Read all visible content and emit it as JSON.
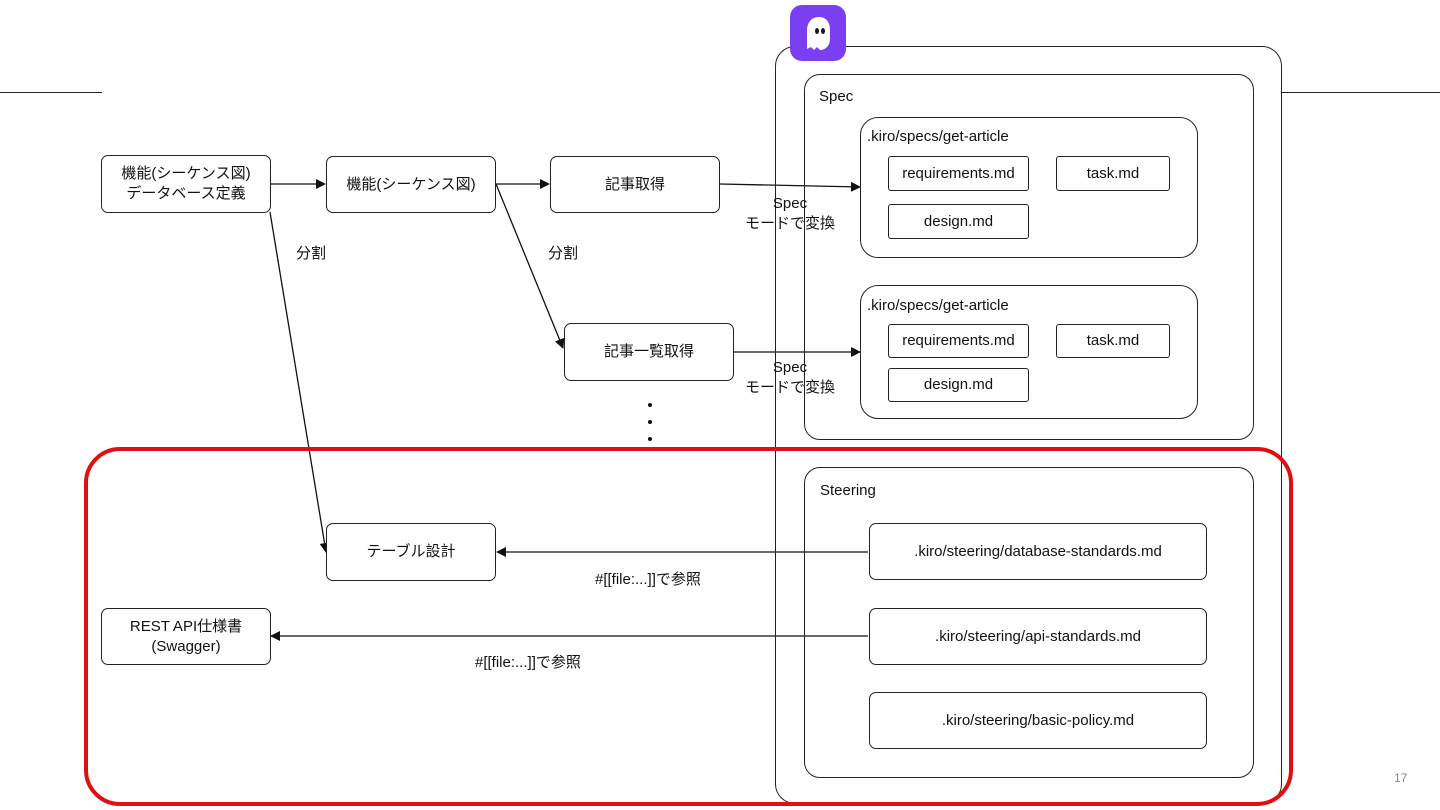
{
  "app": {
    "logo_icon": "ghost-icon",
    "brand_color": "#7b3ff2"
  },
  "page": {
    "number": "17"
  },
  "left": {
    "source_box": "機能(シーケンス図)\nデータベース定義",
    "sequence_box": "機能(シーケンス図)",
    "article_get": "記事取得",
    "article_list_get": "記事一覧取得",
    "table_design": "テーブル設計",
    "rest_api": "REST API仕様書\n(Swagger)",
    "split_label_1": "分割",
    "split_label_2": "分割",
    "convert_label_1": "Spec\nモードで変換",
    "convert_label_2": "Spec\nモードで変換",
    "ref_label_1": "#[[file:...]]で参照",
    "ref_label_2": "#[[file:...]]で参照"
  },
  "spec": {
    "label": "Spec",
    "groups": [
      {
        "path": ".kiro/specs/get-article",
        "files": [
          "requirements.md",
          "task.md",
          "design.md"
        ]
      },
      {
        "path": ".kiro/specs/get-article",
        "files": [
          "requirements.md",
          "task.md",
          "design.md"
        ]
      }
    ]
  },
  "steering": {
    "label": "Steering",
    "files": [
      ".kiro/steering/database-standards.md",
      ".kiro/steering/api-standards.md",
      ".kiro/steering/basic-policy.md"
    ]
  },
  "colors": {
    "highlight": "#e01010",
    "line": "#222222"
  }
}
